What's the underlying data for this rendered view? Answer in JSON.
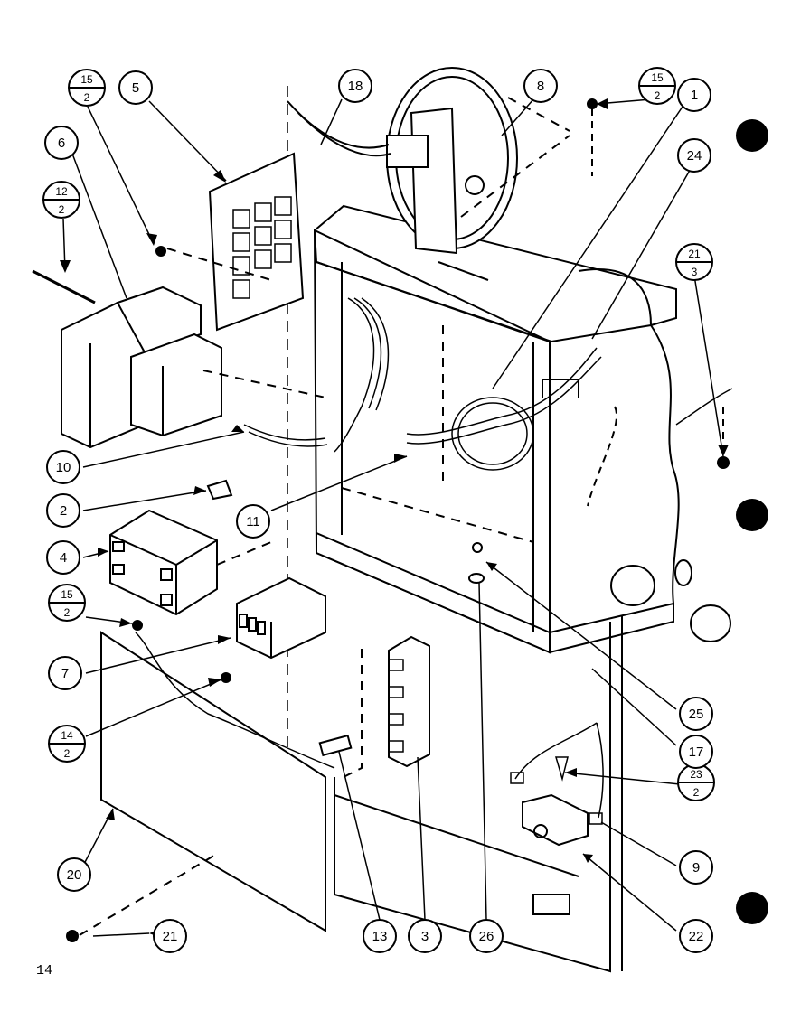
{
  "page_number": "14",
  "callouts": [
    {
      "id": "c1",
      "label": "1"
    },
    {
      "id": "c2",
      "label": "2"
    },
    {
      "id": "c3",
      "label": "3"
    },
    {
      "id": "c4",
      "label": "4"
    },
    {
      "id": "c5",
      "label": "5"
    },
    {
      "id": "c6",
      "label": "6"
    },
    {
      "id": "c7",
      "label": "7"
    },
    {
      "id": "c8",
      "label": "8"
    },
    {
      "id": "c9",
      "label": "9"
    },
    {
      "id": "c10",
      "label": "10"
    },
    {
      "id": "c11",
      "label": "11"
    },
    {
      "id": "c13",
      "label": "13"
    },
    {
      "id": "c17",
      "label": "17"
    },
    {
      "id": "c18",
      "label": "18"
    },
    {
      "id": "c20",
      "label": "20"
    },
    {
      "id": "c21",
      "label": "21"
    },
    {
      "id": "c22",
      "label": "22"
    },
    {
      "id": "c24",
      "label": "24"
    },
    {
      "id": "c25",
      "label": "25"
    },
    {
      "id": "c26",
      "label": "26"
    }
  ],
  "fraction_callouts": [
    {
      "id": "f15a",
      "num": "15",
      "den": "2"
    },
    {
      "id": "f15b",
      "num": "15",
      "den": "2"
    },
    {
      "id": "f12",
      "num": "12",
      "den": "2"
    },
    {
      "id": "f21",
      "num": "21",
      "den": "3"
    },
    {
      "id": "f15c",
      "num": "15",
      "den": "2"
    },
    {
      "id": "f14",
      "num": "14",
      "den": "2"
    },
    {
      "id": "f23",
      "num": "23",
      "den": "2"
    }
  ]
}
